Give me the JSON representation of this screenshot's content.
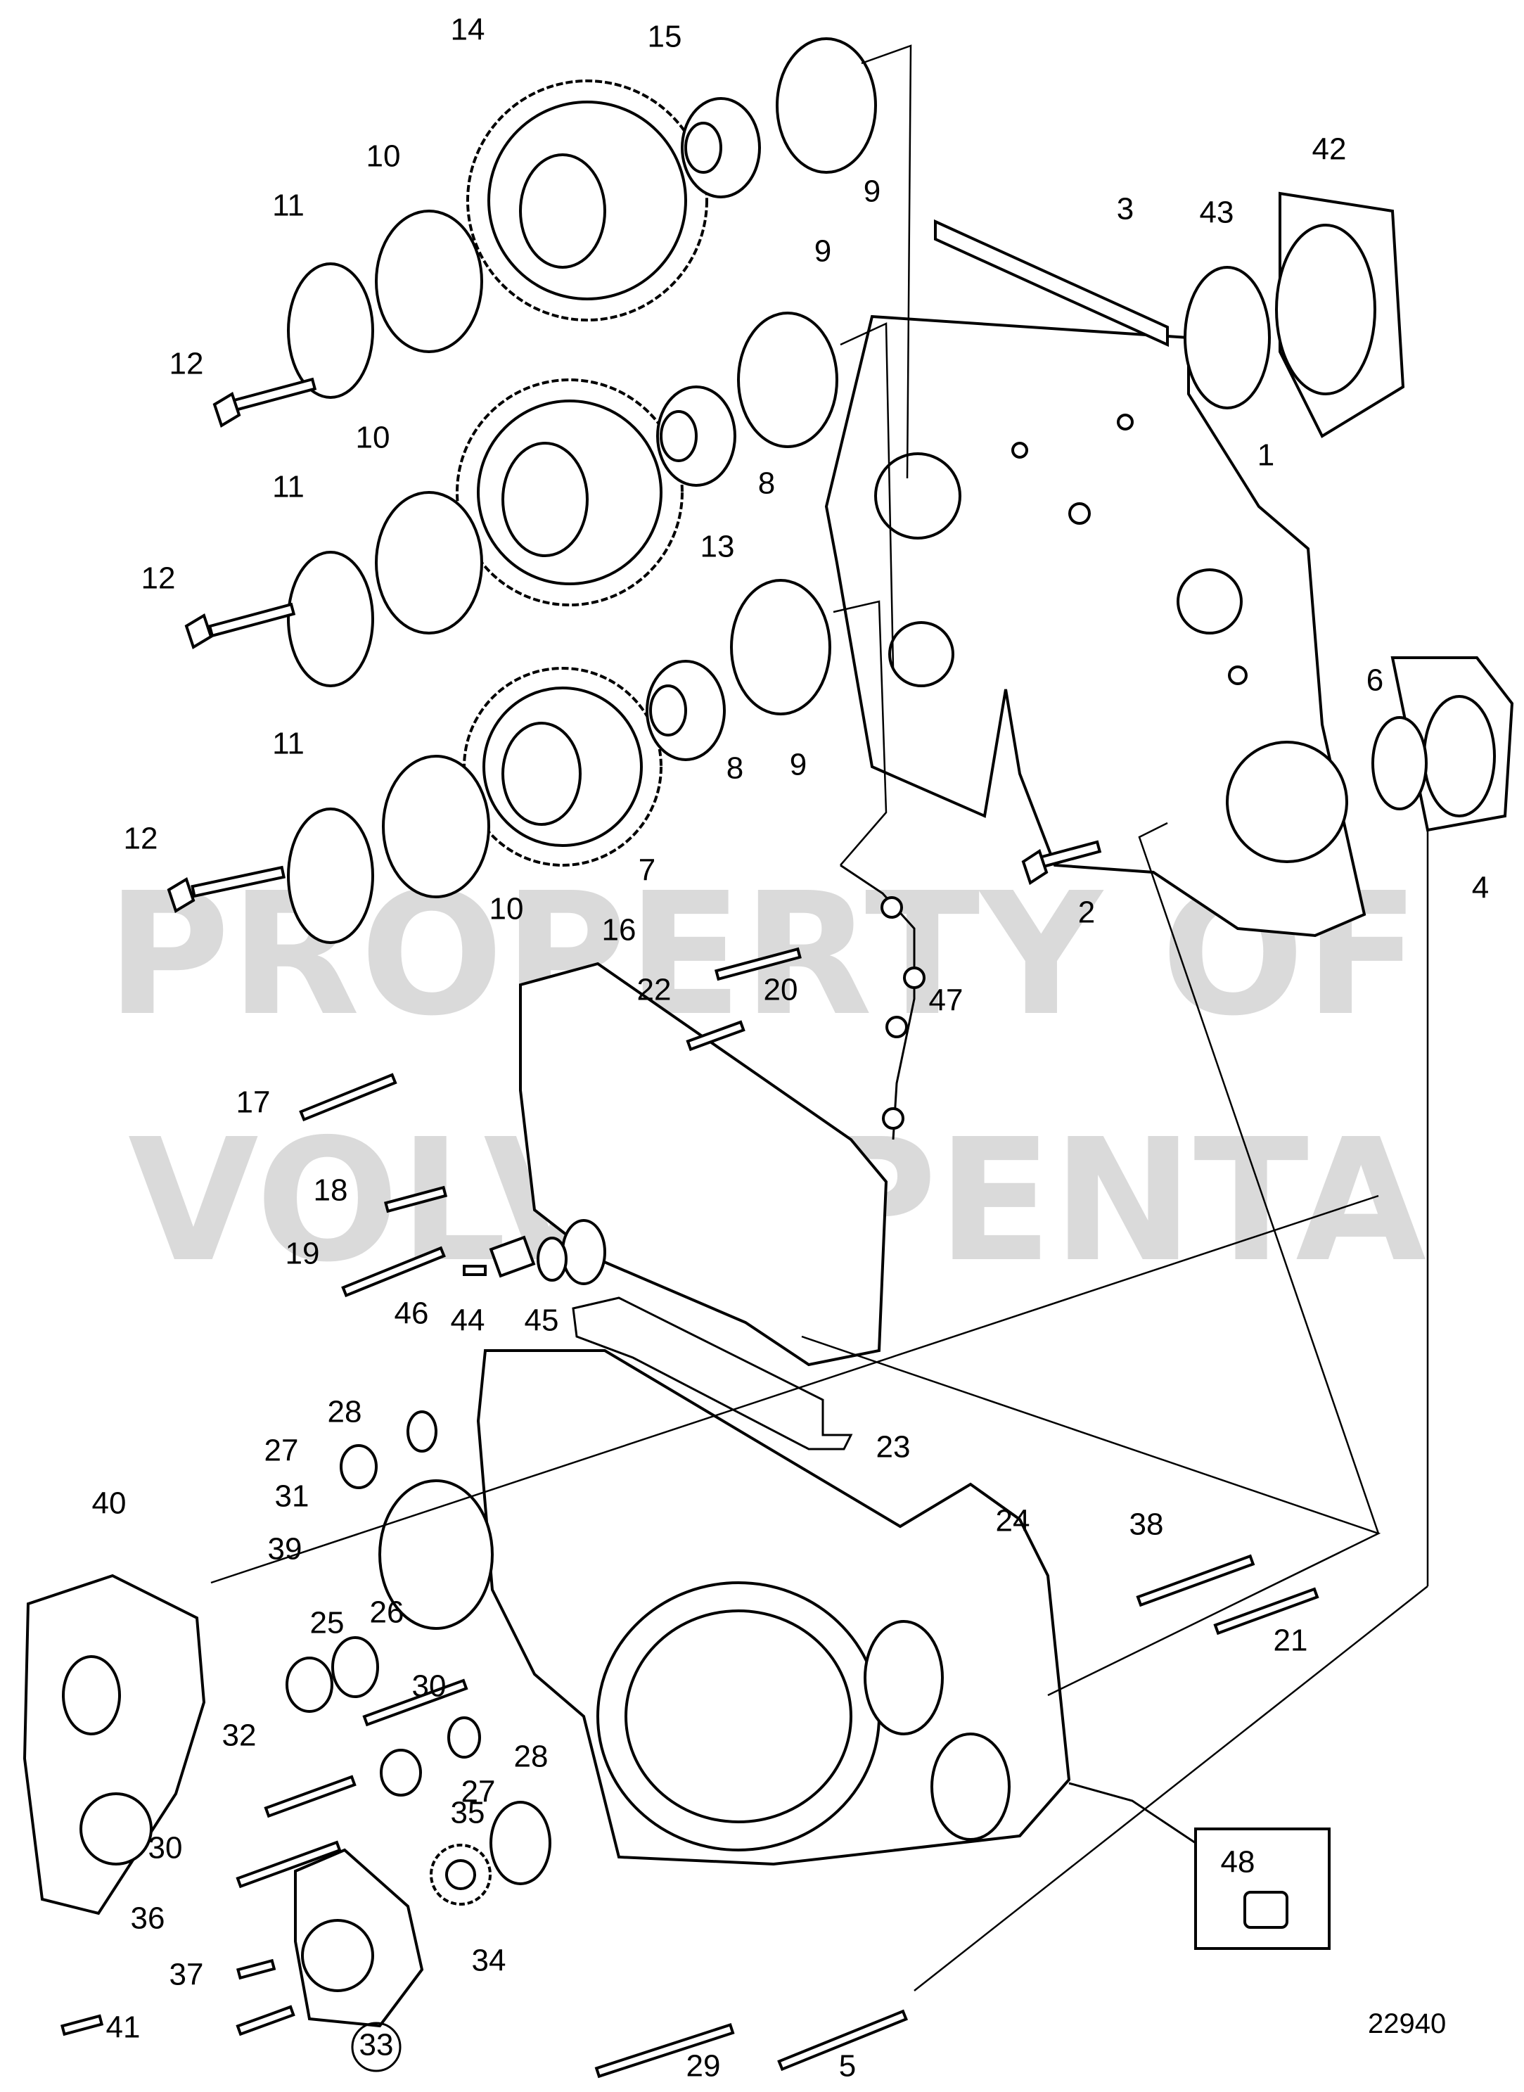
{
  "diagram": {
    "reference_number": "22940",
    "watermark": {
      "line1": "PROPERTY OF",
      "line2": "VOLVO PENTA"
    },
    "callouts": [
      "1",
      "2",
      "3",
      "4",
      "5",
      "6",
      "7",
      "8",
      "8",
      "9",
      "9",
      "9",
      "10",
      "10",
      "10",
      "11",
      "11",
      "11",
      "12",
      "12",
      "12",
      "13",
      "14",
      "15",
      "16",
      "17",
      "18",
      "19",
      "20",
      "21",
      "22",
      "23",
      "24",
      "25",
      "26",
      "27",
      "27",
      "28",
      "28",
      "29",
      "30",
      "30",
      "31",
      "32",
      "33",
      "34",
      "35",
      "36",
      "37",
      "38",
      "39",
      "40",
      "41",
      "42",
      "43",
      "44",
      "45",
      "46",
      "47",
      "48"
    ]
  }
}
